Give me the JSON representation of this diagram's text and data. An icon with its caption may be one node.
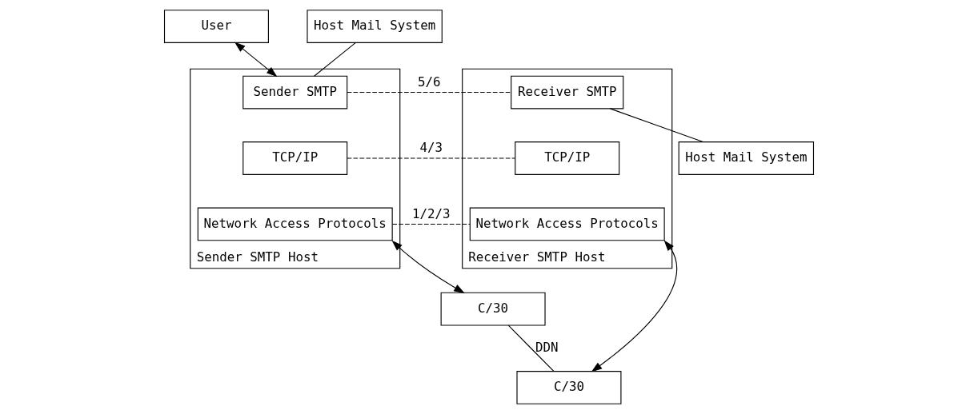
{
  "diagram": {
    "nodes": [
      {
        "text": [
          "User"
        ]
      },
      {
        "text": [
          "Host Mail System"
        ]
      },
      {
        "text": [
          "Sender SMTP Host"
        ]
      },
      {
        "text": [
          "Sender SMTP"
        ],
        "in": 2
      },
      {
        "text": [
          "TCP/IP"
        ],
        "in": 2
      },
      {
        "text": [
          "Network Access Protocols"
        ],
        "in": 2
      },
      {
        "text": [
          "Receiver SMTP Host"
        ]
      },
      {
        "text": [
          "Receiver SMTP"
        ],
        "in": 6
      },
      {
        "text": [
          "TCP/IP"
        ],
        "in": 6
      },
      {
        "text": [
          "Network Access Protocols"
        ],
        "in": 6
      },
      {
        "text": [
          "Host Mail System"
        ]
      },
      {
        "text": [
          "C/30"
        ]
      },
      {
        "text": [
          "C/30"
        ]
      }
    ],
    "edges": [
      {
        "from": 0,
        "to": 3,
        "arrow": "both"
      },
      {
        "from": 1,
        "to": 3,
        "arrow": "none"
      },
      {
        "from": 3,
        "to": 7,
        "arrow": "none",
        "style": "dashed",
        "label": "5/6"
      },
      {
        "from": 4,
        "to": 8,
        "arrow": "none",
        "style": "dashed",
        "label": "4/3"
      },
      {
        "from": 5,
        "to": 9,
        "arrow": "none",
        "style": "dashed",
        "label": "1/2/3"
      },
      {
        "from": 7,
        "to": 10,
        "arrow": "none"
      },
      {
        "from": 5,
        "to": 11,
        "arrow": "both"
      },
      {
        "from": 9,
        "to": 12,
        "arrow": "both"
      },
      {
        "from": 11,
        "to": 12,
        "arrow": "none",
        "label": "DDN"
      }
    ]
  }
}
